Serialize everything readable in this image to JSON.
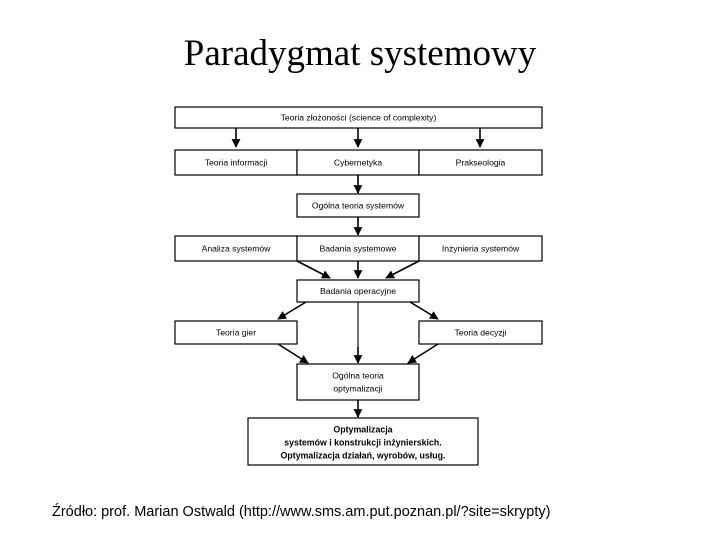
{
  "slide": {
    "title": "Paradygmat systemowy",
    "source": "Źródło: prof. Marian Ostwald (http://www.sms.am.put.poznan.pl/?site=skrypty)",
    "background_color": "#ffffff",
    "text_color": "#000000"
  },
  "diagram": {
    "type": "flowchart",
    "orientation": "top-to-bottom",
    "nodes": {
      "n1": "Teoria złożoności (science of complexity)",
      "n2": "Teoria informacji",
      "n3": "Cybernetyka",
      "n4": "Prakseologia",
      "n5": "Ogólna teoria systemów",
      "n6": "Analiza systemów",
      "n7": "Badania systemowe",
      "n8": "Inżynieria systemów",
      "n9": "Badania operacyjne",
      "n10": "Teoria gier",
      "n11": "Teoria decyzji",
      "n12_line1": "Ogólna teoria",
      "n12_line2": "optymalizacji",
      "n13_line1": "Optymalizacja",
      "n13_line2": "systemów i konstrukcji inżynierskich.",
      "n13_line3": "Optymalizacja działań, wyrobów, usług."
    }
  }
}
